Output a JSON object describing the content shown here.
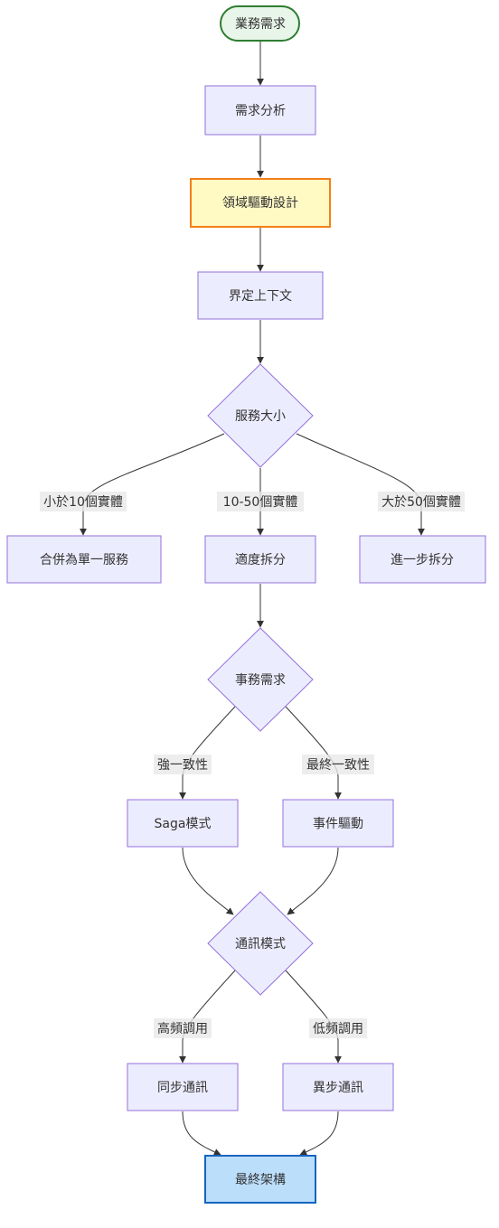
{
  "nodes": {
    "start": "業務需求",
    "analysis": "需求分析",
    "ddd": "領域驅動設計",
    "context": "界定上下文",
    "size_decision": "服務大小",
    "merge": "合併為單一服務",
    "moderate": "適度拆分",
    "further": "進一步拆分",
    "tx_decision": "事務需求",
    "saga": "Saga模式",
    "event": "事件驅動",
    "comm_decision": "通訊模式",
    "sync": "同步通訊",
    "async": "異步通訊",
    "final": "最終架構"
  },
  "edge_labels": {
    "small": "小於10個實體",
    "medium": "10-50個實體",
    "large": "大於50個實體",
    "strong": "強一致性",
    "eventual": "最終一致性",
    "high_freq": "高頻調用",
    "low_freq": "低頻調用"
  },
  "colors": {
    "default_fill": "#ececff",
    "default_stroke": "#9370db",
    "start_fill": "#e8f5e9",
    "start_stroke": "#2e7d32",
    "highlight_fill": "#fff9c4",
    "highlight_stroke": "#f57f17",
    "end_fill": "#bbdefb",
    "end_stroke": "#1565c0"
  }
}
